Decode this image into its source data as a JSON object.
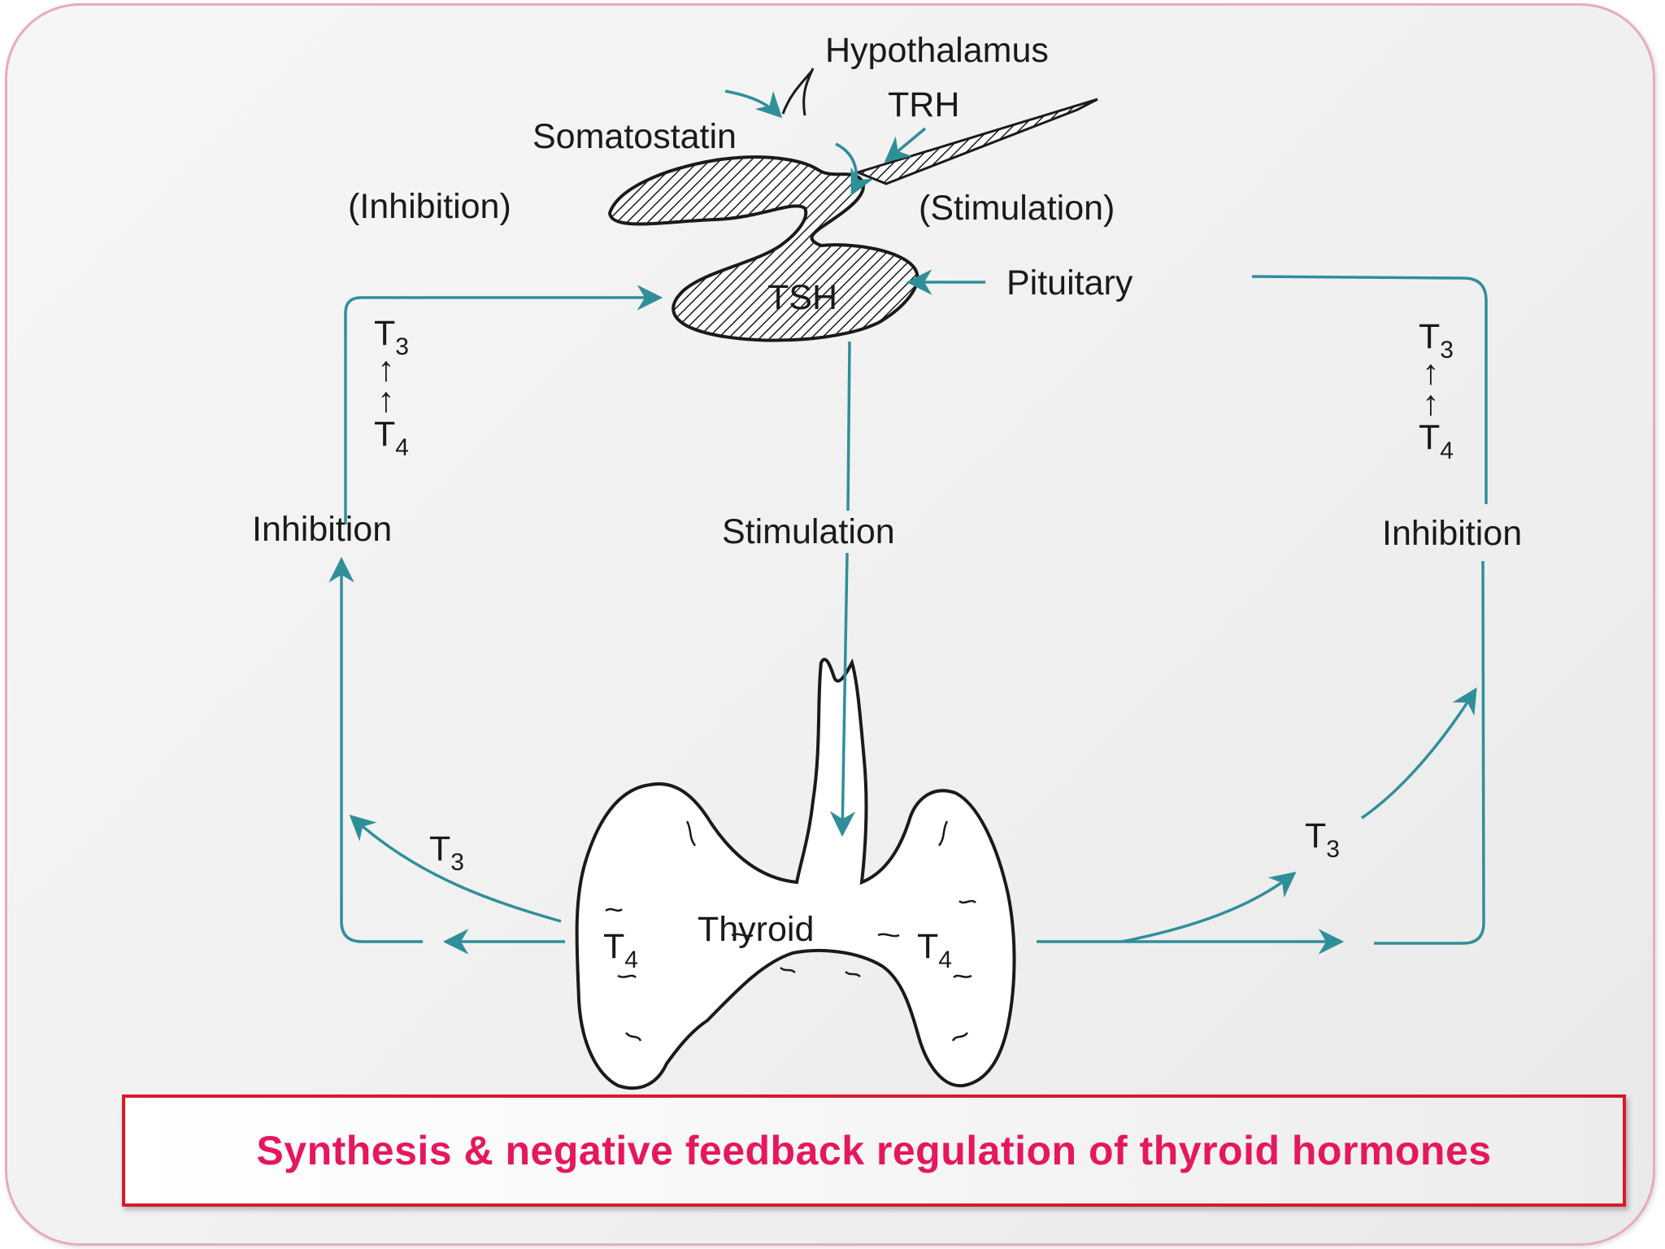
{
  "diagram": {
    "labels": {
      "hypothalamus": "Hypothalamus",
      "trh": "TRH",
      "somatostatin": "Somatostatin",
      "inhibition_paren": "(Inhibition)",
      "stimulation_paren": "(Stimulation)",
      "pituitary": "Pituitary",
      "tsh": "TSH",
      "thyroid": "Thyroid",
      "stimulation": "Stimulation",
      "inhibition_left": "Inhibition",
      "inhibition_right": "Inhibition"
    },
    "hormones": {
      "t3": "T",
      "t3_sub": "3",
      "t4": "T",
      "t4_sub": "4",
      "conversion_arrow": "↑"
    },
    "colors": {
      "arrow": "#2f8f99",
      "gland_outline": "#1a1a1a",
      "caption_text": "#e6175c",
      "caption_border": "#d91a2a"
    }
  },
  "caption": {
    "text": "Synthesis & negative feedback regulation of thyroid hormones"
  }
}
